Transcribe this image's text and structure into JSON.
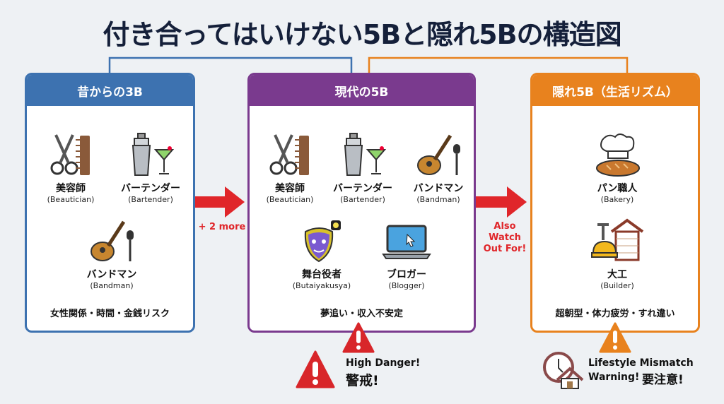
{
  "title": "付き合ってはいけない5Bと隠れ5Bの構造図",
  "colors": {
    "blue": "#3d72b0",
    "purple": "#7a3a8e",
    "orange": "#e8821e",
    "red": "#e0262a",
    "title": "#15203a"
  },
  "box1": {
    "header": "昔からの3B",
    "items": [
      {
        "label": "美容師",
        "sub": "(Beautician)",
        "icon": "scissors-comb-icon"
      },
      {
        "label": "バーテンダー",
        "sub": "(Bartender)",
        "icon": "cocktail-shaker-icon"
      },
      {
        "label": "バンドマン",
        "sub": "(Bandman)",
        "icon": "guitar-mic-icon"
      }
    ],
    "footer": "女性関係・時間・金銭リスク"
  },
  "arrow1": {
    "label": "+ 2 more"
  },
  "box2": {
    "header": "現代の5B",
    "items": [
      {
        "label": "美容師",
        "sub": "(Beautician)",
        "icon": "scissors-comb-icon"
      },
      {
        "label": "バーテンダー",
        "sub": "(Bartender)",
        "icon": "cocktail-shaker-icon"
      },
      {
        "label": "バンドマン",
        "sub": "(Bandman)",
        "icon": "guitar-mic-icon"
      },
      {
        "label": "舞台役者",
        "sub": "(Butaiyakusya)",
        "icon": "theater-mask-icon"
      },
      {
        "label": "ブロガー",
        "sub": "(Blogger)",
        "icon": "laptop-icon"
      }
    ],
    "footer": "夢追い・収入不安定"
  },
  "arrow2": {
    "label": "Also Watch Out For!"
  },
  "box3": {
    "header": "隠れ5B（生活リズム）",
    "items": [
      {
        "label": "パン職人",
        "sub": "(Bakery)",
        "icon": "chef-bread-icon"
      },
      {
        "label": "大工",
        "sub": "(Builder)",
        "icon": "hammer-house-icon"
      }
    ],
    "footer": "超朝型・体力疲労・すれ違い"
  },
  "warning1": {
    "en": "High Danger!",
    "ja": "警戒!"
  },
  "warning2": {
    "en": "Lifestyle Mismatch",
    "en2": "Warning!",
    "ja": "要注意!"
  }
}
